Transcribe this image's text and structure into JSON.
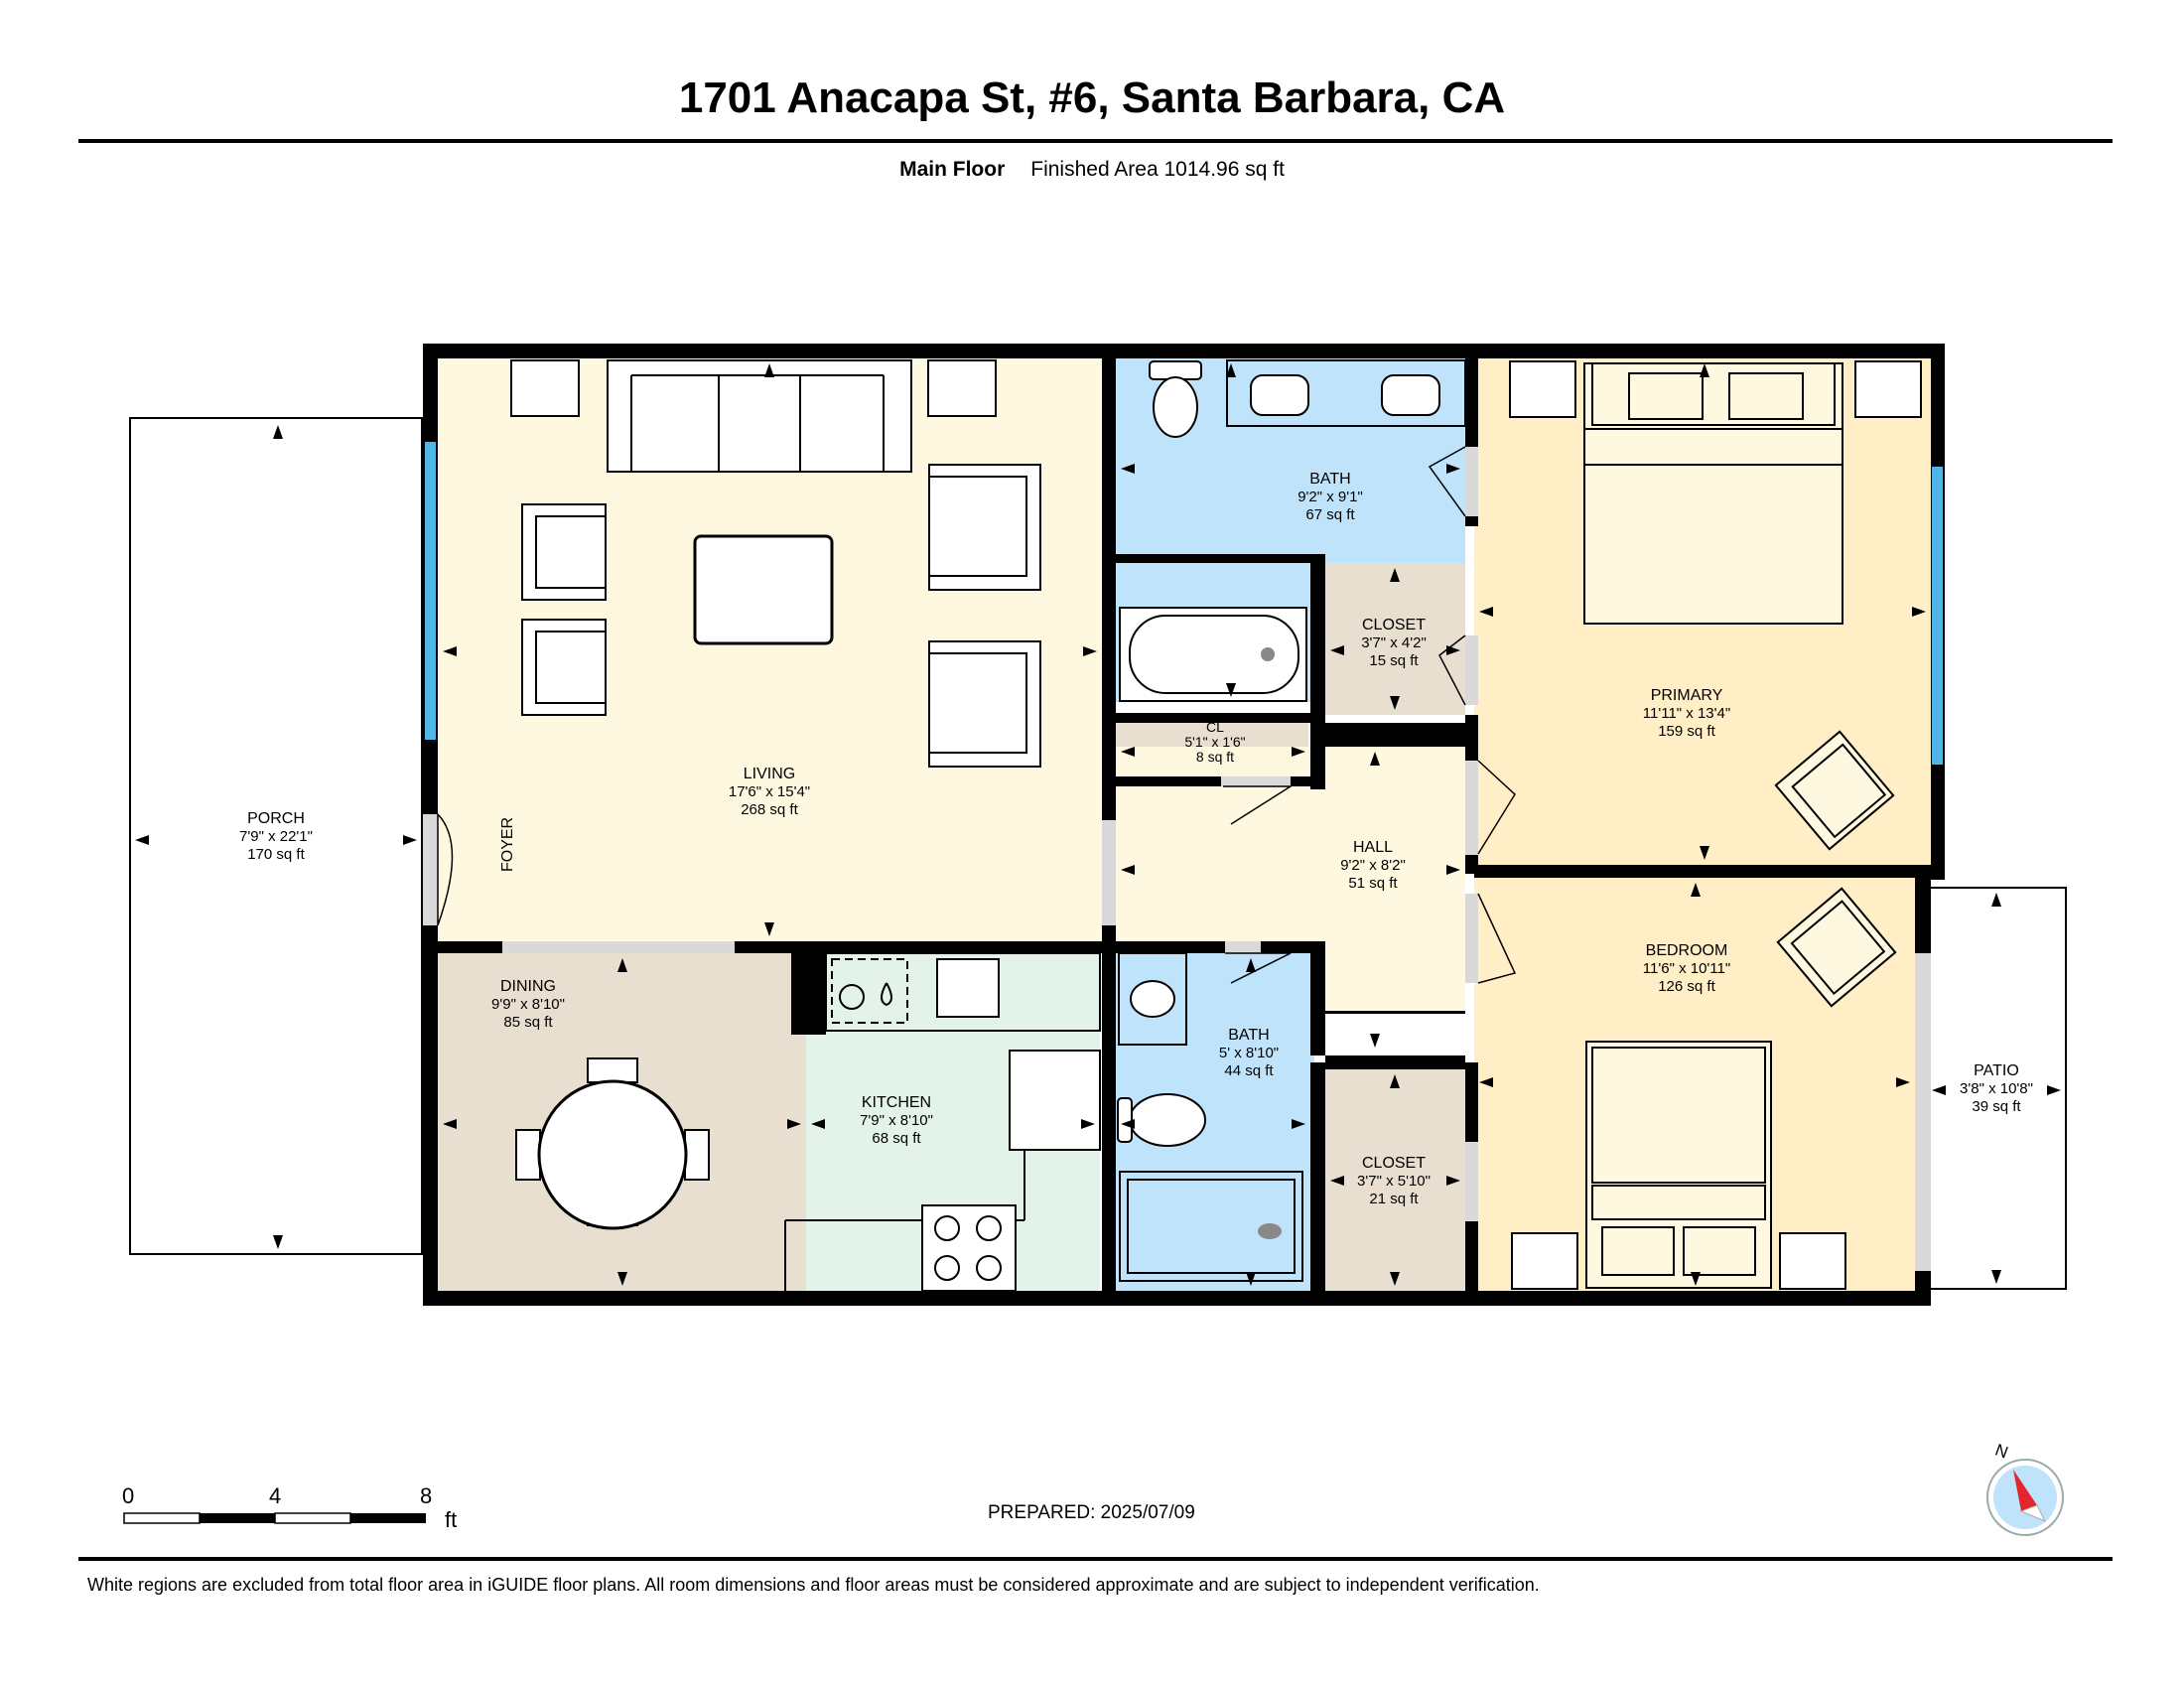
{
  "title": "1701 Anacapa St, #6, Santa Barbara, CA",
  "floor": {
    "name": "Main Floor",
    "finished_area": "Finished Area 1014.96 sq ft"
  },
  "rooms": {
    "porch": {
      "name": "PORCH",
      "dims": "7'9\" x 22'1\"",
      "area": "170 sq ft"
    },
    "living": {
      "name": "LIVING",
      "dims": "17'6\" x 15'4\"",
      "area": "268 sq ft"
    },
    "foyer": {
      "name": "FOYER"
    },
    "dining": {
      "name": "DINING",
      "dims": "9'9\" x 8'10\"",
      "area": "85 sq ft"
    },
    "kitchen": {
      "name": "KITCHEN",
      "dims": "7'9\" x 8'10\"",
      "area": "68 sq ft"
    },
    "bath1": {
      "name": "BATH",
      "dims": "9'2\" x 9'1\"",
      "area": "67 sq ft"
    },
    "closet1": {
      "name": "CLOSET",
      "dims": "3'7\" x 4'2\"",
      "area": "15 sq ft"
    },
    "cl": {
      "name": "CL",
      "dims": "5'1\" x 1'6\"",
      "area": "8 sq ft"
    },
    "hall": {
      "name": "HALL",
      "dims": "9'2\" x 8'2\"",
      "area": "51 sq ft"
    },
    "bath2": {
      "name": "BATH",
      "dims": "5' x 8'10\"",
      "area": "44 sq ft"
    },
    "closet2": {
      "name": "CLOSET",
      "dims": "3'7\" x 5'10\"",
      "area": "21 sq ft"
    },
    "primary": {
      "name": "PRIMARY",
      "dims": "11'11\" x 13'4\"",
      "area": "159 sq ft"
    },
    "bedroom": {
      "name": "BEDROOM",
      "dims": "11'6\" x 10'11\"",
      "area": "126 sq ft"
    },
    "patio": {
      "name": "PATIO",
      "dims": "3'8\" x 10'8\"",
      "area": "39 sq ft"
    }
  },
  "scale": {
    "ticks": [
      "0",
      "4",
      "8"
    ],
    "unit": "ft"
  },
  "compass": {
    "label": "N"
  },
  "prepared": "PREPARED: 2025/07/09",
  "disclaimer": "White regions are excluded from total floor area in iGUIDE floor plans. All room dimensions and floor areas must be considered approximate and are subject to independent verification.",
  "colors": {
    "living": "#fff8e1",
    "dining": "#e9dfd1",
    "kitchen": "#e4f3ea",
    "bath": "#bfe3fb",
    "closet": "#e9dfd1",
    "hall": "#fff8e1",
    "primary": "#ffeec6",
    "bedroom": "#ffeec6",
    "wall": "#000000",
    "window": "#4fb6e6"
  }
}
